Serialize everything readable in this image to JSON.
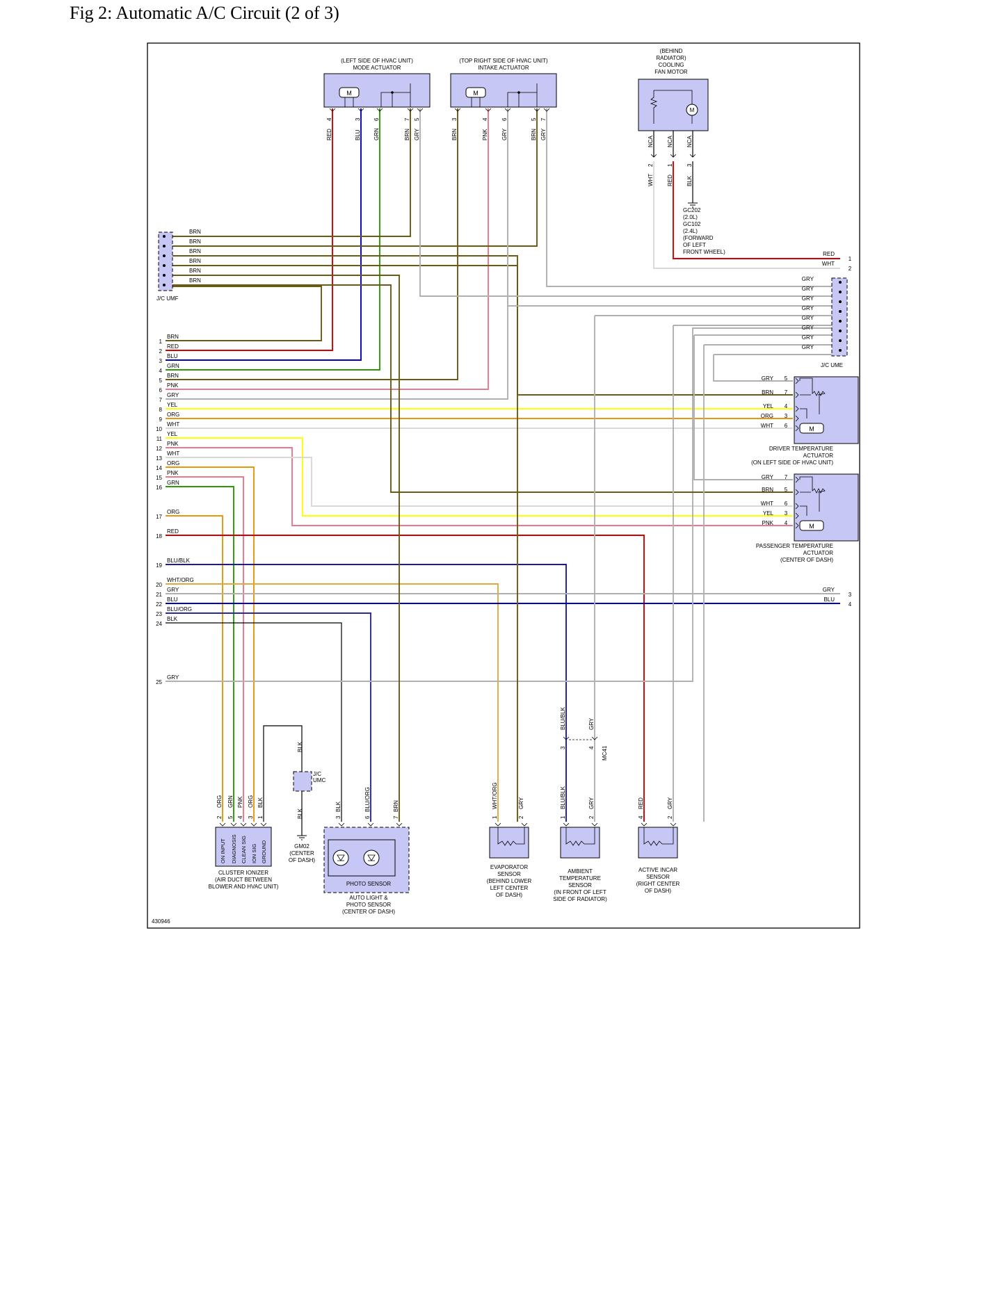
{
  "title": "Fig 2: Automatic A/C Circuit (2 of 3)",
  "doc_id": "430946",
  "colors": {
    "BRN": "#6b5a12",
    "RED": "#d40000",
    "BLU": "#0000c0",
    "GRN": "#2a9a00",
    "PNK": "#e8788e",
    "GRY": "#b0b0b0",
    "YEL": "#ffff00",
    "ORG": "#e8960a",
    "WHT": "#d8d8d8",
    "BLU/BLK": "#1a1aa0",
    "WHT/ORG": "#e0a840",
    "BLU/ORG": "#2a2a9a",
    "BLK": "#000000",
    "component_fill": "#c7c7f5"
  },
  "left_pins": [
    {
      "num": "1",
      "color": "BRN"
    },
    {
      "num": "2",
      "color": "RED"
    },
    {
      "num": "3",
      "color": "BLU"
    },
    {
      "num": "4",
      "color": "GRN"
    },
    {
      "num": "5",
      "color": "BRN"
    },
    {
      "num": "6",
      "color": "PNK"
    },
    {
      "num": "7",
      "color": "GRY"
    },
    {
      "num": "8",
      "color": "YEL"
    },
    {
      "num": "9",
      "color": "ORG"
    },
    {
      "num": "10",
      "color": "WHT"
    },
    {
      "num": "11",
      "color": "YEL"
    },
    {
      "num": "12",
      "color": "PNK"
    },
    {
      "num": "13",
      "color": "WHT"
    },
    {
      "num": "14",
      "color": "ORG"
    },
    {
      "num": "15",
      "color": "PNK"
    },
    {
      "num": "16",
      "color": "GRN"
    },
    {
      "num": "17",
      "color": "ORG"
    },
    {
      "num": "18",
      "color": "RED"
    },
    {
      "num": "19",
      "color": "BLU/BLK"
    },
    {
      "num": "20",
      "color": "WHT/ORG"
    },
    {
      "num": "21",
      "color": "GRY"
    },
    {
      "num": "22",
      "color": "BLU"
    },
    {
      "num": "23",
      "color": "BLU/ORG"
    },
    {
      "num": "24",
      "color": "BLK"
    },
    {
      "num": "25",
      "color": "GRY"
    }
  ],
  "jc_umf": {
    "label": "J/C UMF",
    "wires": [
      "BRN",
      "BRN",
      "BRN",
      "BRN",
      "BRN",
      "BRN"
    ]
  },
  "jc_ume": {
    "label": "J/C UME",
    "wires": [
      "GRY",
      "GRY",
      "GRY",
      "GRY",
      "GRY",
      "GRY",
      "GRY",
      "GRY"
    ]
  },
  "jc_umc": {
    "label": [
      "J/C",
      "UMC"
    ]
  },
  "mode_actuator": {
    "label": [
      "(LEFT SIDE OF HVAC UNIT)",
      "MODE ACTUATOR"
    ],
    "pins": [
      {
        "num": "4",
        "color": "RED"
      },
      {
        "num": "3",
        "color": "BLU"
      },
      {
        "num": "6",
        "color": "GRN"
      },
      {
        "num": "7",
        "color": "BRN"
      },
      {
        "num": "5",
        "color": "GRY"
      }
    ]
  },
  "intake_actuator": {
    "label": [
      "(TOP RIGHT SIDE OF HVAC UNIT)",
      "INTAKE ACTUATOR"
    ],
    "pins": [
      {
        "num": "3",
        "color": "BRN"
      },
      {
        "num": "4",
        "color": "PNK"
      },
      {
        "num": "6",
        "color": "GRY"
      },
      {
        "num": "5",
        "color": "BRN"
      },
      {
        "num": "7",
        "color": "GRY"
      }
    ]
  },
  "fan_motor": {
    "label": [
      "(BEHIND",
      "RADIATOR)",
      "COOLING",
      "FAN MOTOR"
    ],
    "nca": [
      "NCA",
      "NCA",
      "NCA"
    ],
    "pins": [
      {
        "num": "2",
        "color": "WHT"
      },
      {
        "num": "1",
        "color": "RED"
      },
      {
        "num": "3",
        "color": "BLK"
      }
    ]
  },
  "ground_gc": {
    "label": [
      "GC202",
      "(2.0L)",
      "GC102",
      "(2.4L)",
      "(FORWARD",
      "OF LEFT",
      "FRONT WHEEL)"
    ]
  },
  "right_pins": [
    {
      "num": "1",
      "color": "RED"
    },
    {
      "num": "2",
      "color": "WHT"
    },
    {
      "num": "3",
      "color": "GRY"
    },
    {
      "num": "4",
      "color": "BLU"
    }
  ],
  "driver_temp_actuator": {
    "label": [
      "DRIVER TEMPERATURE",
      "ACTUATOR",
      "(ON LEFT SIDE OF HVAC UNIT)"
    ],
    "pins": [
      {
        "num": "5",
        "color": "GRY"
      },
      {
        "num": "7",
        "color": "BRN"
      },
      {
        "num": "4",
        "color": "YEL"
      },
      {
        "num": "3",
        "color": "ORG"
      },
      {
        "num": "6",
        "color": "WHT"
      }
    ]
  },
  "passenger_temp_actuator": {
    "label": [
      "PASSENGER TEMPERATURE",
      "ACTUATOR",
      "(CENTER OF DASH)"
    ],
    "pins": [
      {
        "num": "7",
        "color": "GRY"
      },
      {
        "num": "5",
        "color": "BRN"
      },
      {
        "num": "6",
        "color": "WHT"
      },
      {
        "num": "3",
        "color": "YEL"
      },
      {
        "num": "4",
        "color": "PNK"
      }
    ]
  },
  "cluster_ionizer": {
    "label": [
      "CLUSTER IONIZER",
      "(AIR DUCT BETWEEN",
      "BLOWER AND HVAC UNIT)"
    ],
    "pins": [
      {
        "num": "2",
        "color": "ORG",
        "fn": "ON INPUT"
      },
      {
        "num": "5",
        "color": "GRN",
        "fn": "DIAGNOSIS"
      },
      {
        "num": "4",
        "color": "PNK",
        "fn": "CLEAN SIG"
      },
      {
        "num": "3",
        "color": "ORG",
        "fn": "ION SIG"
      },
      {
        "num": "1",
        "color": "BLK",
        "fn": "GROUND"
      }
    ]
  },
  "ground_gm02": {
    "label": [
      "GM02",
      "(CENTER",
      "OF DASH)"
    ],
    "wire_top": "BLK",
    "wire_bottom": "BLK"
  },
  "photo_sensor": {
    "inner_label": "PHOTO SENSOR",
    "label": [
      "AUTO LIGHT &",
      "PHOTO SENSOR",
      "(CENTER OF DASH)"
    ],
    "pins": [
      {
        "num": "3",
        "color": "BLK"
      },
      {
        "num": "6",
        "color": "BLU/ORG"
      },
      {
        "num": "7",
        "color": "BRN"
      }
    ]
  },
  "evaporator_sensor": {
    "label": [
      "EVAPORATOR",
      "SENSOR",
      "(BEHIND LOWER",
      "LEFT CENTER",
      "OF DASH)"
    ],
    "pins": [
      {
        "num": "1",
        "color": "WHT/ORG"
      },
      {
        "num": "2",
        "color": "GRY"
      }
    ]
  },
  "ambient_sensor": {
    "label": [
      "AMBIENT",
      "TEMPERATURE",
      "SENSOR",
      "(IN FRONT OF LEFT",
      "SIDE OF RADIATOR)"
    ],
    "pins": [
      {
        "num": "1",
        "color": "BLU/BLK"
      },
      {
        "num": "2",
        "color": "GRY"
      }
    ],
    "connector": {
      "name": "MC41",
      "pins": [
        {
          "num": "3",
          "color": "BLU/BLK"
        },
        {
          "num": "4",
          "color": "GRY"
        }
      ]
    }
  },
  "incar_sensor": {
    "label": [
      "ACTIVE INCAR",
      "SENSOR",
      "(RIGHT CENTER",
      "OF DASH)"
    ],
    "pins": [
      {
        "num": "4",
        "color": "RED"
      },
      {
        "num": "2",
        "color": "GRY"
      }
    ]
  }
}
